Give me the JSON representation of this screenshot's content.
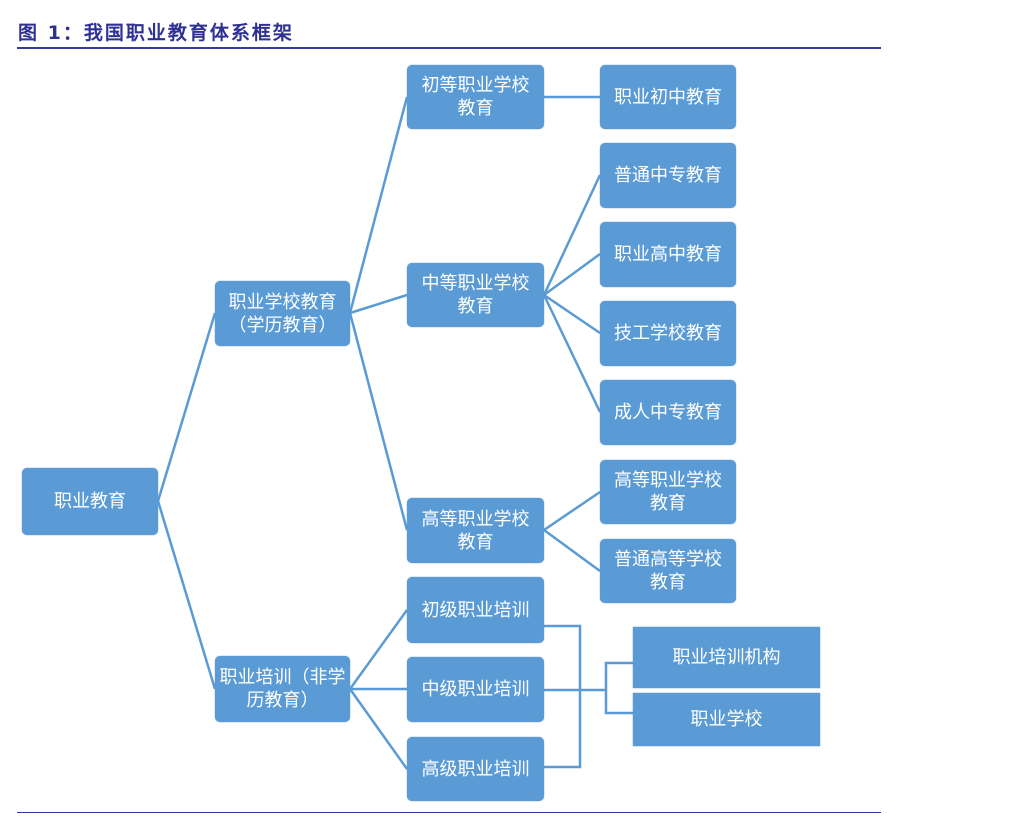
{
  "title": "图 1：我国职业教育体系框架",
  "colors": {
    "box": "#5b9bd5",
    "line": "#5b9bd5",
    "title": "#2e3192"
  },
  "nodes": {
    "root": "职业教育",
    "school_edu": "职业学校教育（学历教育）",
    "training": "职业培训（非学历教育）",
    "primary_school": "初等职业学校教育",
    "secondary_school": "中等职业学校教育",
    "higher_school": "高等职业学校教育",
    "primary_training": "初级职业培训",
    "middle_training": "中级职业培训",
    "senior_training": "高级职业培训",
    "junior_middle": "职业初中教育",
    "normal_secondary": "普通中专教育",
    "vocational_high": "职业高中教育",
    "technical_school": "技工学校教育",
    "adult_secondary": "成人中专教育",
    "higher_vocational": "高等职业学校教育",
    "normal_higher": "普通高等学校教育",
    "training_institution": "职业培训机构",
    "vocational_school": "职业学校"
  }
}
